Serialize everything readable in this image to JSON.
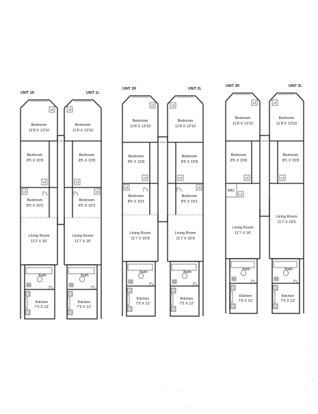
{
  "units": [
    {
      "id": "unit-1r",
      "label": "UNIT 1R",
      "rooms": [
        {
          "key": "bedroom-front",
          "name": "Bedroom",
          "dims": "11'8 X 13'10"
        },
        {
          "key": "bedroom-mid",
          "name": "Bedroom",
          "dims": "8'5 X 15'8"
        },
        {
          "key": "bedroom-rear",
          "name": "Bedroom",
          "dims": "8'5 X 10'2"
        },
        {
          "key": "living-room",
          "name": "Living Room",
          "dims": "11'2 X 16'"
        },
        {
          "key": "bath",
          "name": "Bath",
          "dims": ""
        },
        {
          "key": "kitchen",
          "name": "Kitchen",
          "dims": "7'5 X 12'"
        }
      ]
    },
    {
      "id": "unit-1l",
      "label": "UNIT 1L",
      "rooms": [
        {
          "key": "bedroom-front",
          "name": "Bedroom",
          "dims": "11'8 X 13'10"
        },
        {
          "key": "bedroom-mid",
          "name": "Bedroom",
          "dims": "8'5 X 15'8"
        },
        {
          "key": "bedroom-rear",
          "name": "Bedroom",
          "dims": "8'5 X 10'3"
        },
        {
          "key": "living-room",
          "name": "Living Room",
          "dims": "11'7 X 16'"
        },
        {
          "key": "bath",
          "name": "Bath",
          "dims": ""
        },
        {
          "key": "kitchen",
          "name": "Kitchen",
          "dims": "7'5 X 12'"
        }
      ]
    },
    {
      "id": "unit-2r",
      "label": "UNIT 2R",
      "rooms": [
        {
          "key": "bedroom-front",
          "name": "Bedroom",
          "dims": "11'8 X 13'10"
        },
        {
          "key": "bedroom-mid",
          "name": "Bedroom",
          "dims": "8'5 X 15'8"
        },
        {
          "key": "bedroom-rear",
          "name": "Bedroom",
          "dims": "8'5 X 10'1"
        },
        {
          "key": "living-room",
          "name": "Living Room",
          "dims": "11'7 X 15'8"
        },
        {
          "key": "bath",
          "name": "Bath",
          "dims": ""
        },
        {
          "key": "kitchen",
          "name": "Kitchen",
          "dims": "7'5 X 12'"
        }
      ]
    },
    {
      "id": "unit-2l",
      "label": "UNIT 2L",
      "rooms": [
        {
          "key": "bedroom-front",
          "name": "Bedroom",
          "dims": "11'8 X 13'10"
        },
        {
          "key": "bedroom-mid",
          "name": "Bedroom",
          "dims": "8'5 X 15'8"
        },
        {
          "key": "bedroom-rear",
          "name": "Bedroom",
          "dims": "8'5 X 10'1"
        },
        {
          "key": "living-room",
          "name": "Living Room",
          "dims": "11'7 X 15'8"
        },
        {
          "key": "bath",
          "name": "Bath",
          "dims": ""
        },
        {
          "key": "kitchen",
          "name": "Kitchen",
          "dims": "7'5 X 12'"
        }
      ]
    },
    {
      "id": "unit-3r",
      "label": "UNIT 3R",
      "rooms": [
        {
          "key": "bedroom-front",
          "name": "Bedroom",
          "dims": "11'8 X 13'10"
        },
        {
          "key": "bedroom-mid",
          "name": "Bedroom",
          "dims": "8'5 X 15'8"
        },
        {
          "key": "wic",
          "name": "WIC",
          "dims": ""
        },
        {
          "key": "living-room",
          "name": "Living Room",
          "dims": "11'7 X 16'"
        },
        {
          "key": "bath",
          "name": "Bath",
          "dims": ""
        },
        {
          "key": "kitchen",
          "name": "Kitchen",
          "dims": "7'5 X 12'"
        }
      ]
    },
    {
      "id": "unit-3l",
      "label": "UNIT 3L",
      "rooms": [
        {
          "key": "bedroom-front",
          "name": "Bedroom",
          "dims": "11'8 X 13'10"
        },
        {
          "key": "bedroom-mid",
          "name": "Bedroom",
          "dims": "8'5 X 15'8"
        },
        {
          "key": "living-room",
          "name": "Living Room",
          "dims": "11'7 X 19'5"
        },
        {
          "key": "bath",
          "name": "Bath",
          "dims": ""
        },
        {
          "key": "kitchen",
          "name": "Kitchen",
          "dims": "7'5 X 12'"
        }
      ]
    }
  ],
  "closet_label": "cl"
}
